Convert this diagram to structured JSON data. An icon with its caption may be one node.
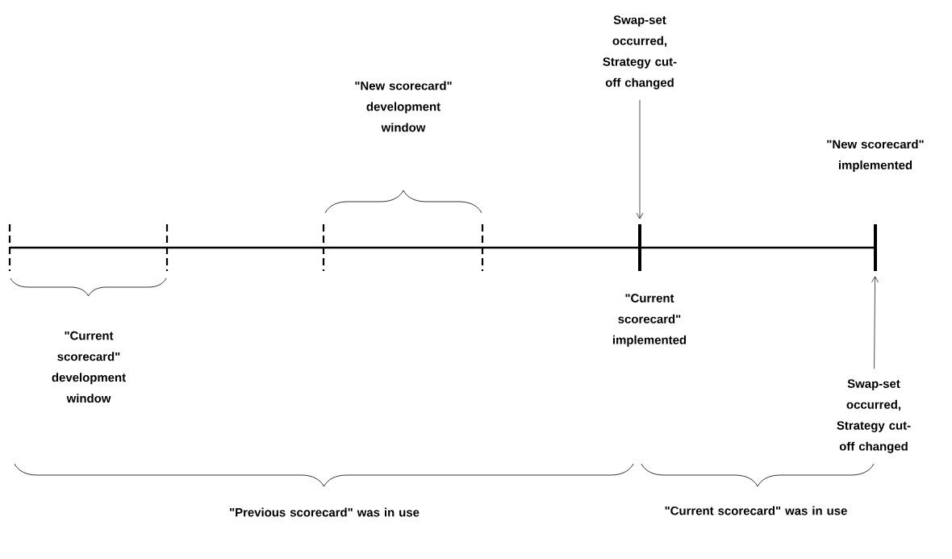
{
  "diagram": {
    "nodes": [
      {
        "text": [
          "Swap-set occurred, Strategy cut-off changed"
        ]
      },
      {
        "text": [],
        "shape": "bar"
      },
      {
        "text": [],
        "shape": "bar"
      },
      {
        "text": [
          "Swap-set occurred, Strategy cut-off changed"
        ]
      }
    ],
    "edges": [
      {
        "from": 0,
        "to": 1,
        "arrow": "to"
      },
      {
        "from": 3,
        "to": 2,
        "arrow": "to"
      }
    ],
    "labels": [
      "\"New scorecard\" development window",
      "\"New scorecard\" implemented",
      "\"Current scorecard\" implemented",
      "\"Current scorecard\" development window",
      "\"Current scorecard\" was in use",
      "\"Previous scorecard\" was in use"
    ]
  }
}
